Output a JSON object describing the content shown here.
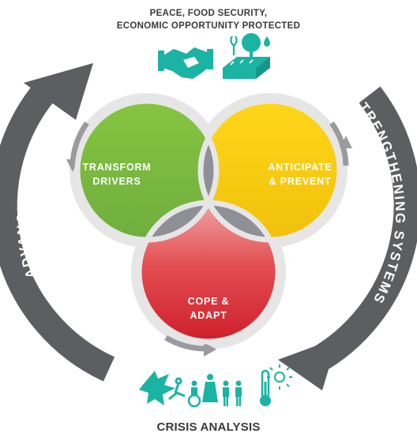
{
  "header": {
    "line1": "PEACE, FOOD SECURITY,",
    "line2": "ECONOMIC OPPORTUNITY PROTECTED",
    "icons": [
      "handshake-icon",
      "farmland-icon"
    ]
  },
  "arrows": {
    "left": "ADVANCING PEACE",
    "right": "STRENGTHENING SYSTEMS"
  },
  "circles": {
    "transform": {
      "line1": "TRANSFORM",
      "line2": "DRIVERS",
      "color": "#7dbf44"
    },
    "anticipate": {
      "line1": "ANTICIPATE",
      "line2": "& PREVENT",
      "color": "#f8cf10"
    },
    "cope": {
      "line1": "COPE &",
      "line2": "ADAPT",
      "color": "#d6242f"
    }
  },
  "footer": {
    "title": "CRISIS ANALYSIS",
    "icons": [
      "conflict-icon",
      "vulnerable-people-icon",
      "climate-icon"
    ]
  },
  "colors": {
    "arrow_gray": "#5d5e62",
    "overlap_gray": "#8e9096",
    "center_gray": "#5f6166",
    "teal": "#1bb3a3",
    "ring": "#e6e6e6"
  }
}
